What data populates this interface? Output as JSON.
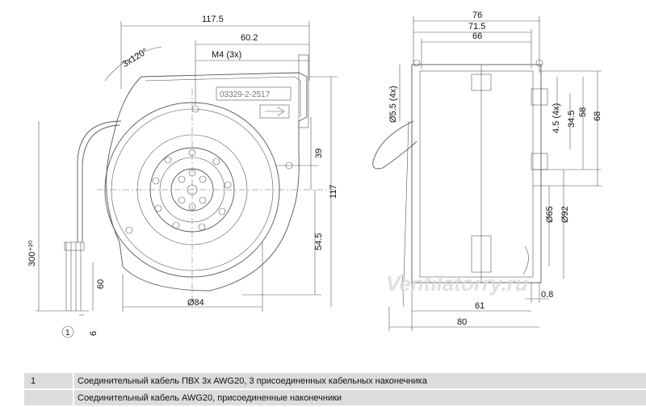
{
  "labels": {
    "width_117_5": "117.5",
    "width_60_2": "60.2",
    "angle": "3x120°",
    "thread": "M4 (3x)",
    "part_number": "03329-2-2517",
    "h39": "39",
    "h117": "117",
    "h54_5": "54.5",
    "d84": "Ø84",
    "cable_len": "300⁺²⁰",
    "cable_60": "60",
    "cable_6": "6",
    "marker_1": "1",
    "side_76": "76",
    "side_71_5": "71.5",
    "side_66": "66",
    "hole_5_5": "Ø5.5 (4x)",
    "hole_4_5": "4.5 (4x)",
    "side_34_5": "34.5",
    "side_58": "58",
    "side_68": "68",
    "d65": "Ø65",
    "d92": "Ø92",
    "side_0_8": "0.8",
    "side_61": "61",
    "side_80": "80",
    "watermark": "Ventilatorry.ru"
  },
  "legend": [
    {
      "key": "1",
      "text": "Соединительный кабель ПВХ 3x AWG20, 3 присоединенных кабельных наконечника"
    },
    {
      "key": "",
      "text": "Соединительный кабель AWG20, присоединенные наконечники"
    }
  ]
}
